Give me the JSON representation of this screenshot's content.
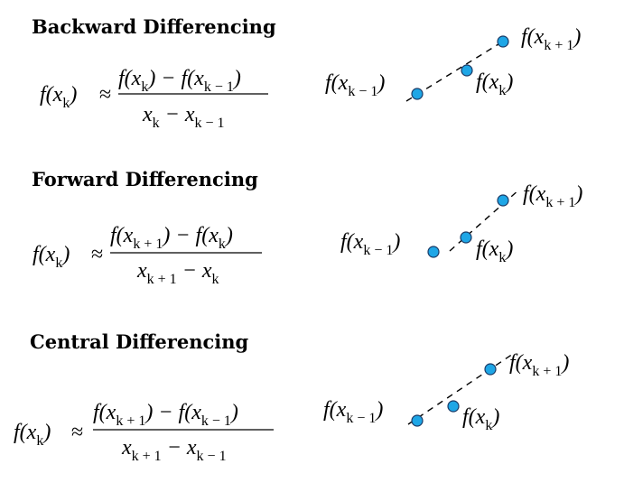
{
  "sections": [
    {
      "title": "Backward Differencing",
      "formula": {
        "lhs": "f(xk)",
        "approx": "≈",
        "numerator": "f(xk) − f(xk − 1)",
        "denominator": "xk − xk − 1"
      },
      "points": [
        {
          "label": "f(xk − 1)"
        },
        {
          "label": "f(xk)"
        },
        {
          "label": "f(xk + 1)"
        }
      ]
    },
    {
      "title": "Forward Differencing",
      "formula": {
        "lhs": "f(xk)",
        "approx": "≈",
        "numerator": "f(xk + 1) − f(xk)",
        "denominator": "xk + 1 − xk"
      },
      "points": [
        {
          "label": "f(xk − 1)"
        },
        {
          "label": "f(xk)"
        },
        {
          "label": "f(xk + 1)"
        }
      ]
    },
    {
      "title": "Central Differencing",
      "formula": {
        "lhs": "f(xk)",
        "approx": "≈",
        "numerator": "f(xk + 1) − f(xk − 1)",
        "denominator": "xk + 1 − xk − 1"
      },
      "points": [
        {
          "label": "f(xk − 1)"
        },
        {
          "label": "f(xk)"
        },
        {
          "label": "f(xk + 1)"
        }
      ]
    }
  ],
  "colors": {
    "point_fill": "#1ea6e6",
    "point_stroke": "#1a3a66",
    "line": "#000000"
  }
}
